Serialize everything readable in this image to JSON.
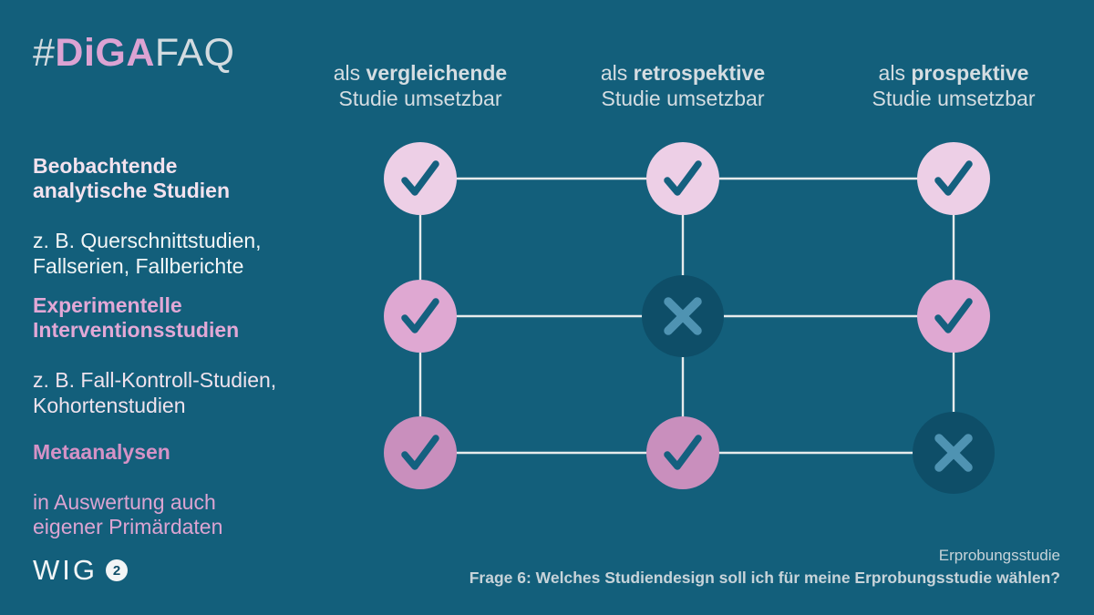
{
  "palette": {
    "background": "#135F7B",
    "grid_line": "#E7EBEC",
    "header_text": "#D5DDE2",
    "white_text": "#F2F5F6",
    "logo_pink": "#DCA3D3",
    "logo_gray": "#D3DBE0",
    "row1_title": "#F3E2EE",
    "row2_title": "#E2A8D6",
    "row3_title": "#D592C6",
    "row1_subtitle": "#F2F5F6",
    "row2_subtitle": "#EFE2ED",
    "row3_subtitle": "#DCA4D2",
    "check_stroke": "#14607F",
    "cross_fill": "#0E4E68",
    "cross_stroke": "#4F93B2",
    "footer_text": "#C7D3D9",
    "badge_bg": "#F2F5F6",
    "badge_text": "#0E4E68"
  },
  "logo": {
    "hash": "#",
    "brand": "DiGA",
    "suffix": "FAQ"
  },
  "columns": [
    {
      "prefix": "als ",
      "keyword": "vergleichende",
      "line2": "Studie umsetzbar"
    },
    {
      "prefix": "als ",
      "keyword": "retrospektive",
      "line2": "Studie umsetzbar"
    },
    {
      "prefix": "als ",
      "keyword": "prospektive",
      "line2": "Studie umsetzbar"
    }
  ],
  "rows": [
    {
      "title": "Beobachtende\nanalytische Studien",
      "subtitle": "z. B. Querschnittstudien,\nFallserien, Fallberichte"
    },
    {
      "title": "Experimentelle\nInterventionsstudien",
      "subtitle": "z. B. Fall-Kontroll-Studien,\nKohortenstudien"
    },
    {
      "title": "Metaanalysen",
      "subtitle": "in Auswertung auch\neigener Primärdaten"
    }
  ],
  "matrix": {
    "type": "table",
    "row_labels": [
      "Beobachtende analytische Studien",
      "Experimentelle Interventionsstudien",
      "Metaanalysen"
    ],
    "col_labels": [
      "als vergleichende Studie umsetzbar",
      "als retrospektive Studie umsetzbar",
      "als prospektive Studie umsetzbar"
    ],
    "cells": [
      [
        "check",
        "check",
        "check"
      ],
      [
        "check",
        "cross",
        "check"
      ],
      [
        "check",
        "check",
        "cross"
      ]
    ],
    "row_fills": [
      "#EDCFE6",
      "#DFA8D2",
      "#C98FBD"
    ]
  },
  "footer": {
    "wig": "WIG",
    "badge": "2",
    "series": "Erprobungsstudie",
    "question": "Frage 6: Welches Studiendesign soll ich für meine Erprobungsstudie wählen?"
  }
}
